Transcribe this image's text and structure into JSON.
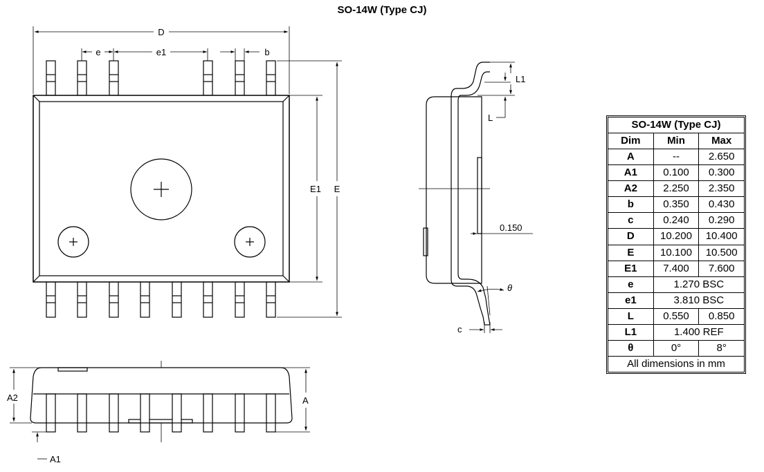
{
  "title": "SO-14W (Type CJ)",
  "labels": {
    "D": "D",
    "e": "e",
    "e1": "e1",
    "b": "b",
    "E1": "E1",
    "E": "E",
    "L1": "L1",
    "L": "L",
    "lead_offset": "0.150",
    "theta": "θ",
    "c": "c",
    "A2": "A2",
    "A": "A",
    "A1": "A1"
  },
  "table": {
    "title": "SO-14W (Type CJ)",
    "headers": [
      "Dim",
      "Min",
      "Max"
    ],
    "rows": [
      {
        "dim": "A",
        "min": "--",
        "max": "2.650"
      },
      {
        "dim": "A1",
        "min": "0.100",
        "max": "0.300"
      },
      {
        "dim": "A2",
        "min": "2.250",
        "max": "2.350"
      },
      {
        "dim": "b",
        "min": "0.350",
        "max": "0.430"
      },
      {
        "dim": "c",
        "min": "0.240",
        "max": "0.290"
      },
      {
        "dim": "D",
        "min": "10.200",
        "max": "10.400"
      },
      {
        "dim": "E",
        "min": "10.100",
        "max": "10.500"
      },
      {
        "dim": "E1",
        "min": "7.400",
        "max": "7.600"
      },
      {
        "dim": "e",
        "value": "1.270 BSC"
      },
      {
        "dim": "e1",
        "value": "3.810 BSC"
      },
      {
        "dim": "L",
        "min": "0.550",
        "max": "0.850"
      },
      {
        "dim": "L1",
        "value": "1.400 REF"
      },
      {
        "dim": "θ",
        "min": "0°",
        "max": "8°"
      }
    ],
    "footer": "All dimensions in mm"
  }
}
